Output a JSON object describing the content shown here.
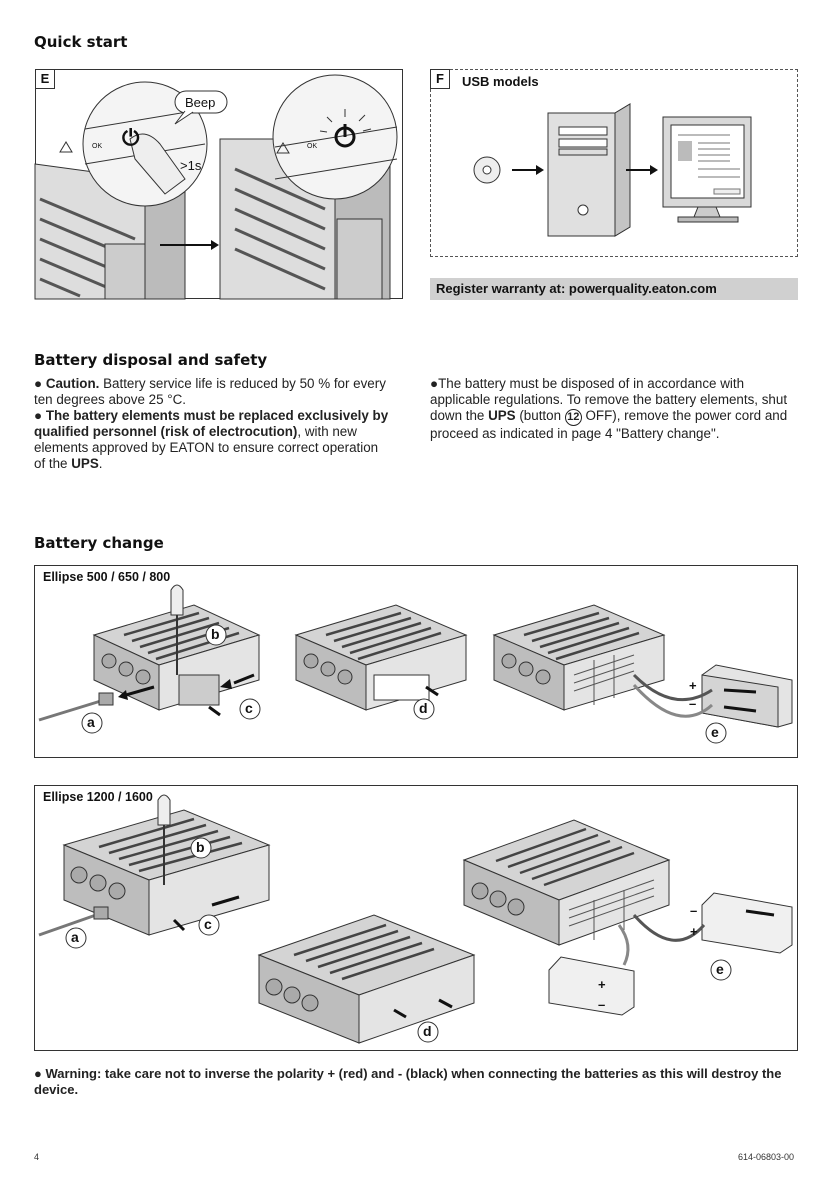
{
  "sections": {
    "quick_start": "Quick start",
    "battery_disposal": "Battery disposal and safety",
    "battery_change": "Battery change"
  },
  "panel_e": {
    "tag": "E",
    "beep": "Beep",
    "time": ">1s",
    "ok": "OK"
  },
  "panel_f": {
    "tag": "F",
    "title": "USB models",
    "register": "Register warranty at: powerquality.eaton.com"
  },
  "disposal": {
    "left_p1_bold": "Caution.",
    "left_p1": " Battery service life is reduced by 50 % for every ten degrees above 25 °C.",
    "left_p2_bold": "The battery elements must be replaced exclusively by qualified personnel (risk of electrocution)",
    "left_p2_a": ", with new elements approved by EATON to ensure correct operation of the ",
    "left_p2_ups": "UPS",
    "left_p2_end": ".",
    "right_a": "The battery must be disposed of in accordance with applicable regulations. To remove the battery elements, shut down the ",
    "right_ups": "UPS",
    "right_b": " (button ",
    "right_num": "12",
    "right_c": " OFF), remove the power cord and proceed as indicated in page 4 \"Battery change\"."
  },
  "box1": {
    "title": "Ellipse 500 / 650 / 800",
    "labels": [
      "a",
      "b",
      "c",
      "d",
      "e"
    ]
  },
  "box2": {
    "title": "Ellipse 1200 / 1600",
    "labels": [
      "a",
      "b",
      "c",
      "d",
      "e"
    ]
  },
  "polarity": {
    "plus": "+",
    "minus": "–"
  },
  "warning": "Warning: take care not to inverse the polarity + (red) and - (black) when connecting the batteries as this will destroy the device.",
  "footer": {
    "page": "4",
    "doc": "614-06803-00"
  }
}
